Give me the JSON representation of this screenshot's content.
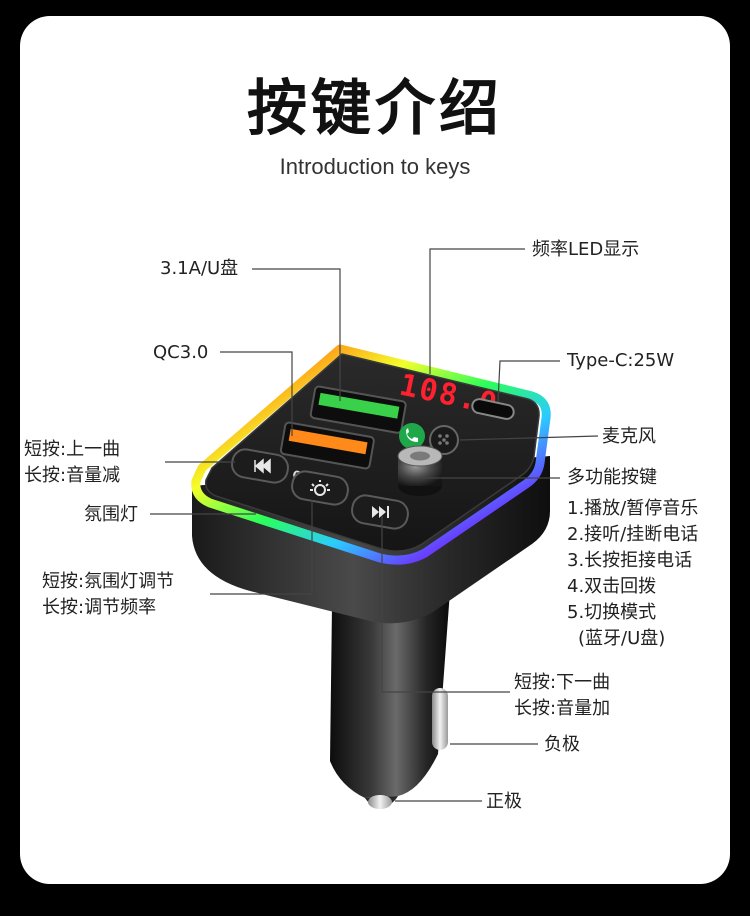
{
  "header": {
    "title": "按键介绍",
    "subtitle": "Introduction to keys"
  },
  "labels": {
    "usb_a": "3.1A/U盘",
    "qc": "QC3.0",
    "prev_short": "短按:上一曲",
    "prev_long": "长按:音量减",
    "ambient": "氛围灯",
    "light_short": "短按:氛围灯调节",
    "light_long": "长按:调节频率",
    "display": "频率LED显示",
    "typec": "Type-C:25W",
    "mic": "麦克风",
    "multi_title": "多功能按键",
    "multi_items": [
      "1.播放/暂停音乐",
      "2.接听/挂断电话",
      "3.长按拒接电话",
      "4.双击回拨",
      "5.切换模式",
      "(蓝牙/U盘)"
    ],
    "next_short": "短按:下一曲",
    "next_long": "长按:音量加",
    "negative": "负极",
    "positive": "正极"
  },
  "device": {
    "display_value": "108.0",
    "qc_port_text": "QC3.0",
    "usb_port_text": "⚡♫"
  },
  "colors": {
    "display_red": "#ff2030",
    "usb_green": "#3ad14a",
    "qc_orange": "#ff8a1a",
    "phone_green": "#1fa84a"
  }
}
